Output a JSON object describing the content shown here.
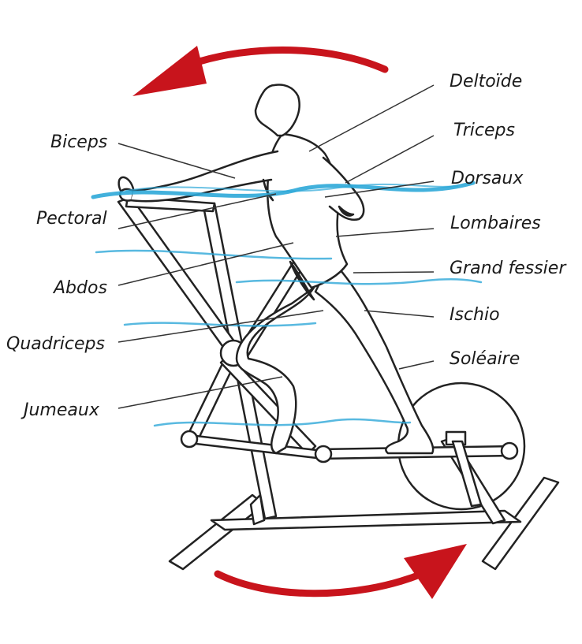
{
  "colors": {
    "arrow": "#c8141c",
    "flow_lines": "#2ea8d8",
    "outline": "#222222"
  },
  "labels": {
    "left": [
      "Biceps",
      "Pectoral",
      "Abdos",
      "Quadriceps",
      "Jumeaux"
    ],
    "right": [
      "Deltoïde",
      "Triceps",
      "Dorsaux",
      "Lombaires",
      "Grand fessier",
      "Ischio",
      "Soléaire"
    ]
  },
  "arrows": {
    "top": "red-curved-arrow-pointing-left",
    "bottom": "red-curved-arrow-pointing-right"
  }
}
